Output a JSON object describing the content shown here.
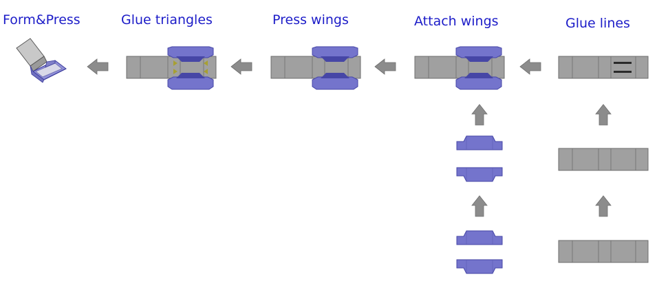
{
  "steps": [
    {
      "title": "Form&Press"
    },
    {
      "title": "Glue triangles"
    },
    {
      "title": "Press wings"
    },
    {
      "title": "Attach wings"
    },
    {
      "title": "Glue lines"
    }
  ],
  "colors": {
    "title": "#1c1cc8",
    "board": "#a0a0a0",
    "board_edge": "#6c6c6c",
    "wing": "#7474cc",
    "wing_dark": "#4646a6",
    "arrow": "#8c8c8c",
    "glue_line": "#2a2a2a",
    "glue_triangle": "#a8a032"
  }
}
